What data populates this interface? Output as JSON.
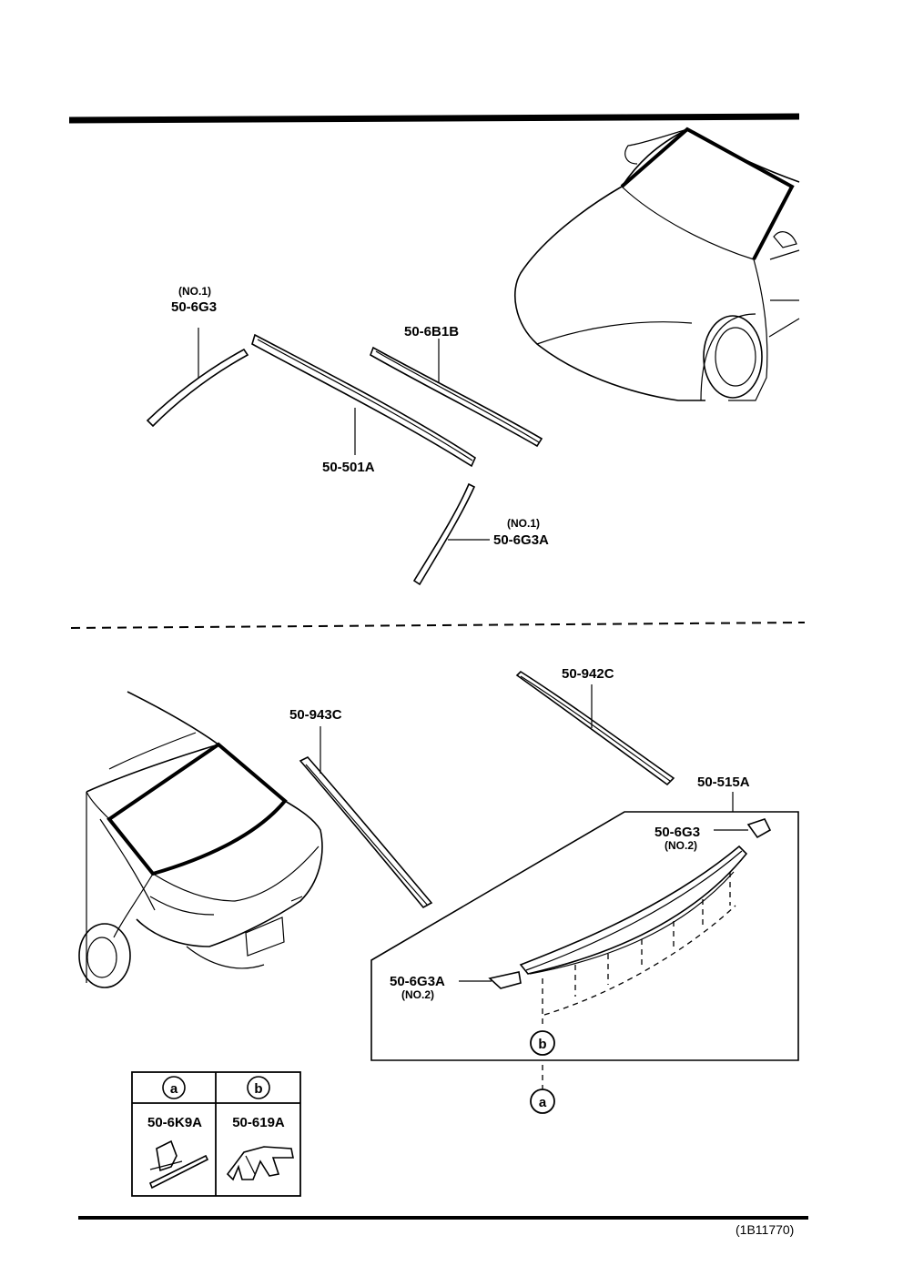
{
  "windshield_section": {
    "parts": [
      {
        "id": "p-6g3-top",
        "qualifier": "(NO.1)",
        "code": "50-6G3"
      },
      {
        "id": "p-501a",
        "code": "50-501A"
      },
      {
        "id": "p-6b1b",
        "code": "50-6B1B"
      },
      {
        "id": "p-6g3a-top",
        "qualifier": "(NO.1)",
        "code": "50-6G3A"
      }
    ]
  },
  "rear_window_section": {
    "parts": [
      {
        "id": "p-943c",
        "code": "50-943C"
      },
      {
        "id": "p-942c",
        "code": "50-942C"
      },
      {
        "id": "p-515a",
        "code": "50-515A"
      },
      {
        "id": "p-6g3-bottom",
        "code": "50-6G3",
        "qualifier": "(NO.2)"
      },
      {
        "id": "p-6g3a-bottom",
        "code": "50-6G3A",
        "qualifier": "(NO.2)"
      }
    ],
    "callouts": {
      "b": "b",
      "a": "a"
    }
  },
  "legend_table": {
    "headers": [
      "a",
      "b"
    ],
    "codes": [
      "50-6K9A",
      "50-619A"
    ]
  },
  "figure_code": "(1B11770)"
}
